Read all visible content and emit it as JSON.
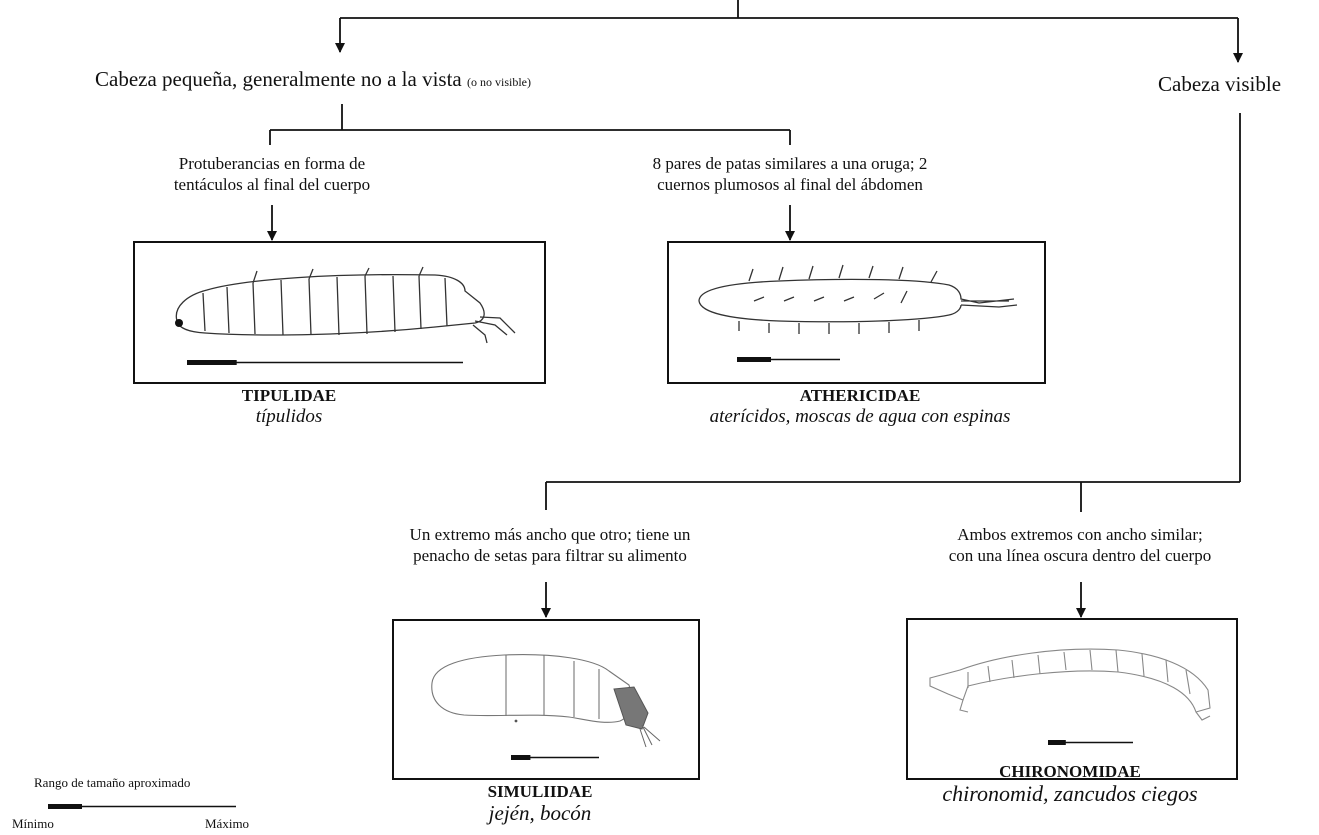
{
  "head_small": {
    "label": "Cabeza pequeña, generalmente no a la vista",
    "note": "(o no visible)"
  },
  "head_visible": {
    "label": "Cabeza visible"
  },
  "tipulidae": {
    "trait": [
      "Protuberancias en forma de",
      "tentáculos al final del cuerpo"
    ],
    "family": "TIPULIDAE",
    "common": "típulidos"
  },
  "athericidae": {
    "trait": [
      "8 pares de patas similares a una oruga; 2",
      "cuernos plumosos al final del ábdomen"
    ],
    "family": "ATHERICIDAE",
    "common": "aterícidos, moscas de agua con espinas"
  },
  "simuliidae": {
    "trait": [
      "Un extremo más ancho que otro; tiene un",
      "penacho de setas para filtrar su alimento"
    ],
    "family": "SIMULIIDAE",
    "common": "jején, bocón"
  },
  "chironomidae": {
    "trait": [
      "Ambos extremos con ancho similar;",
      "con una línea oscura dentro del cuerpo"
    ],
    "family": "CHIRONOMIDAE",
    "common": "chironomid, zancudos ciegos"
  },
  "legend": {
    "title": "Rango de tamaño aproximado",
    "min": "Mínimo",
    "max": "Máximo"
  },
  "size_scale": {
    "tipulidae": 0.18,
    "athericidae": 0.33,
    "simuliidae": 0.22,
    "chironomidae": 0.21
  }
}
